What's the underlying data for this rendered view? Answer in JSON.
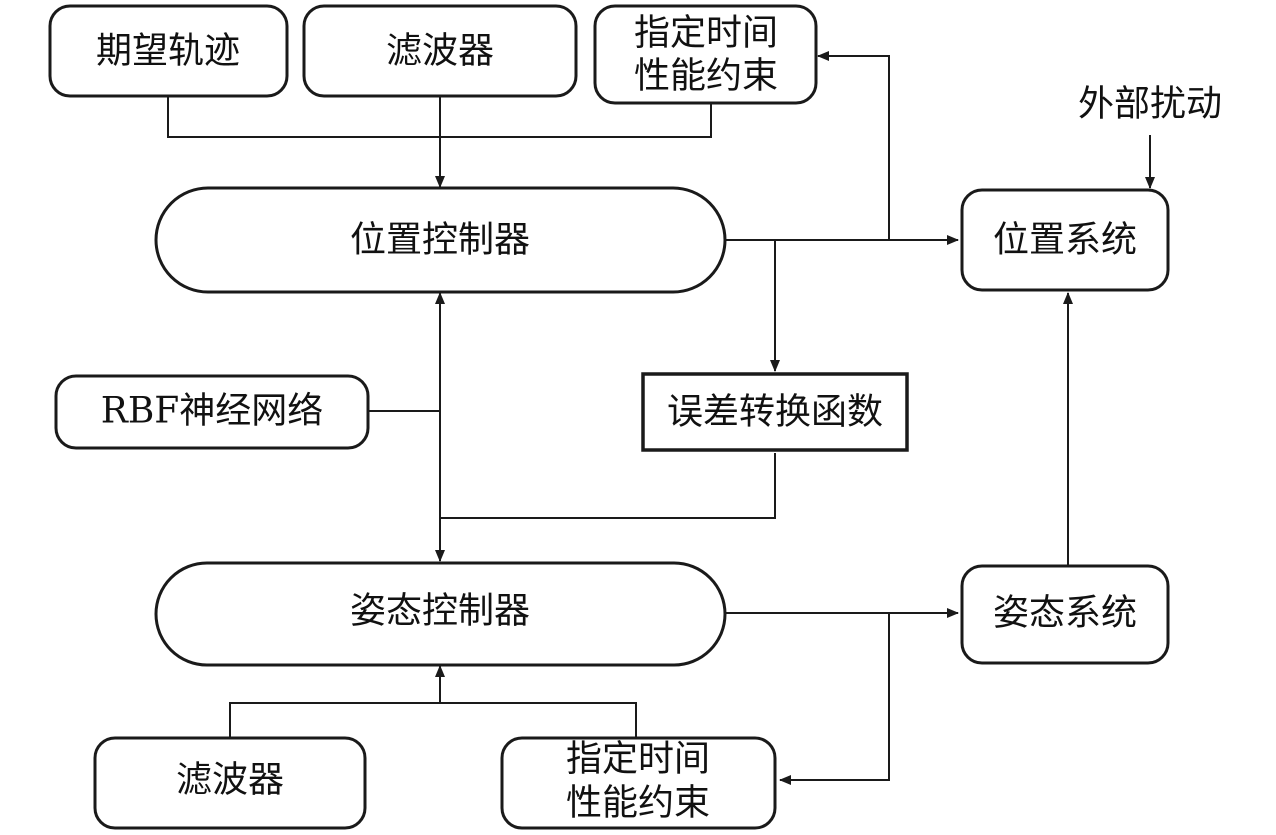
{
  "nodes": {
    "desired_trajectory": "期望轨迹",
    "filter_top": "滤波器",
    "time_constraint_top_l1": "指定时间",
    "time_constraint_top_l2": "性能约束",
    "position_controller": "位置控制器",
    "external_disturbance": "外部扰动",
    "position_system": "位置系统",
    "rbf_network": "RBF神经网络",
    "error_transform": "误差转换函数",
    "attitude_controller": "姿态控制器",
    "attitude_system": "姿态系统",
    "filter_bottom": "滤波器",
    "time_constraint_bottom_l1": "指定时间",
    "time_constraint_bottom_l2": "性能约束"
  }
}
